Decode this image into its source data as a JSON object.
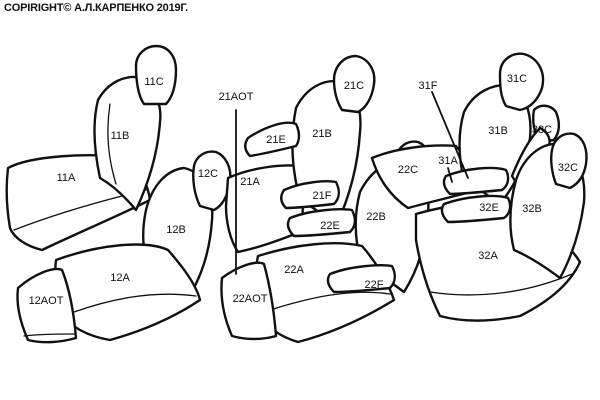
{
  "copyright": "COPIRIGHT© А.Л.КАРПЕНКО 2019Г.",
  "stroke_color": "#111111",
  "background_color": "#ffffff",
  "labels": {
    "11C": "11C",
    "11B": "11B",
    "11A": "11A",
    "12C": "12C",
    "12B": "12B",
    "12A": "12A",
    "12AOT": "12AOT",
    "21AOT": "21AOT",
    "21C": "21C",
    "21E": "21E",
    "21B": "21B",
    "21A": "21A",
    "21F": "21F",
    "22E": "22E",
    "22C": "22C",
    "22B": "22B",
    "22A": "22A",
    "22AOT": "22AOT",
    "22F": "22F",
    "31F": "31F",
    "31C": "31C",
    "31B": "31B",
    "33C": "33C",
    "31A": "31A",
    "32C": "32C",
    "32E": "32E",
    "32B": "32B",
    "32A": "32A"
  }
}
